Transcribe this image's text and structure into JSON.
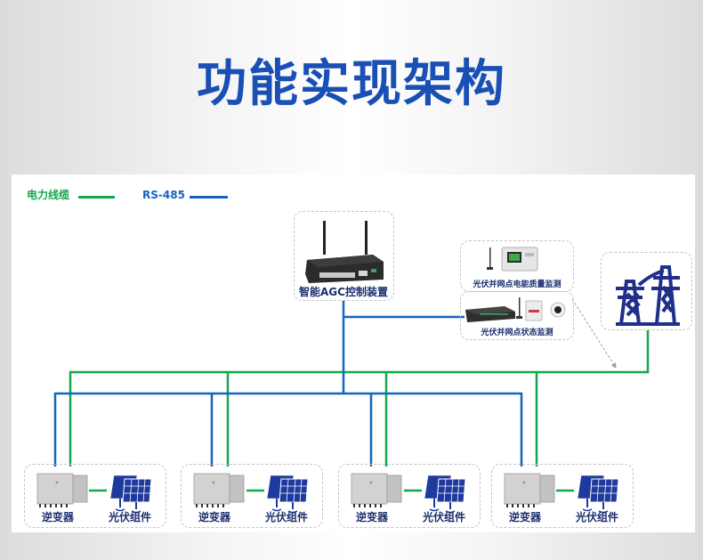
{
  "title": "功能实现架构",
  "legend": {
    "power_cable": {
      "label": "电力线缆",
      "color": "#12a84b"
    },
    "rs485": {
      "label": "RS-485",
      "color": "#1565c0"
    }
  },
  "agc_device": {
    "label": "智能AGC控制装置",
    "icon": "industrial-pc-with-antennas-icon"
  },
  "monitors": [
    {
      "label": "光伏并网点电能质量监测",
      "icon": "power-quality-meter-icon"
    },
    {
      "label": "光伏并网点状态监测",
      "icon": "status-monitor-devices-icon"
    }
  ],
  "grid": {
    "icon": "transmission-tower-icon",
    "color": "#1f2f8a"
  },
  "units": [
    {
      "inverter_label": "逆变器",
      "pv_label": "光伏组件"
    },
    {
      "inverter_label": "逆变器",
      "pv_label": "光伏组件"
    },
    {
      "inverter_label": "逆变器",
      "pv_label": "光伏组件"
    },
    {
      "inverter_label": "逆变器",
      "pv_label": "光伏组件"
    }
  ]
}
